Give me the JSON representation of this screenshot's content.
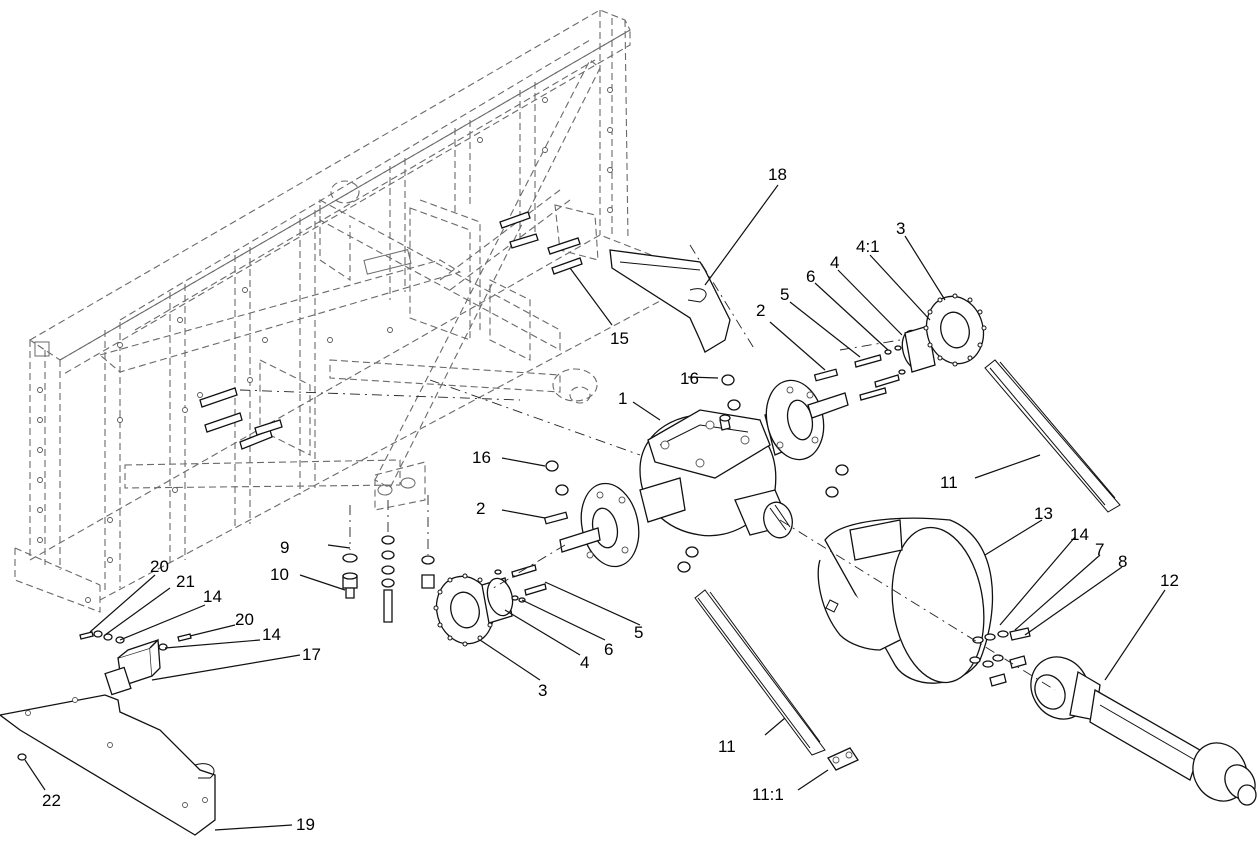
{
  "diagram": {
    "callouts": [
      {
        "id": "c1",
        "text": "1"
      },
      {
        "id": "c2a",
        "text": "2"
      },
      {
        "id": "c2b",
        "text": "2"
      },
      {
        "id": "c3a",
        "text": "3"
      },
      {
        "id": "c3b",
        "text": "3"
      },
      {
        "id": "c4a",
        "text": "4"
      },
      {
        "id": "c4b",
        "text": "4"
      },
      {
        "id": "c41",
        "text": "4:1"
      },
      {
        "id": "c5a",
        "text": "5"
      },
      {
        "id": "c5b",
        "text": "5"
      },
      {
        "id": "c6a",
        "text": "6"
      },
      {
        "id": "c6b",
        "text": "6"
      },
      {
        "id": "c7",
        "text": "7"
      },
      {
        "id": "c8",
        "text": "8"
      },
      {
        "id": "c9",
        "text": "9"
      },
      {
        "id": "c10",
        "text": "10"
      },
      {
        "id": "c11a",
        "text": "11"
      },
      {
        "id": "c11b",
        "text": "11"
      },
      {
        "id": "c111",
        "text": "11:1"
      },
      {
        "id": "c12",
        "text": "12"
      },
      {
        "id": "c13",
        "text": "13"
      },
      {
        "id": "c14a",
        "text": "14"
      },
      {
        "id": "c14b",
        "text": "14"
      },
      {
        "id": "c14c",
        "text": "14"
      },
      {
        "id": "c15",
        "text": "15"
      },
      {
        "id": "c16a",
        "text": "16"
      },
      {
        "id": "c16b",
        "text": "16"
      },
      {
        "id": "c17",
        "text": "17"
      },
      {
        "id": "c18",
        "text": "18"
      },
      {
        "id": "c19",
        "text": "19"
      },
      {
        "id": "c20a",
        "text": "20"
      },
      {
        "id": "c20b",
        "text": "20"
      },
      {
        "id": "c21",
        "text": "21"
      },
      {
        "id": "c22",
        "text": "22"
      }
    ]
  }
}
